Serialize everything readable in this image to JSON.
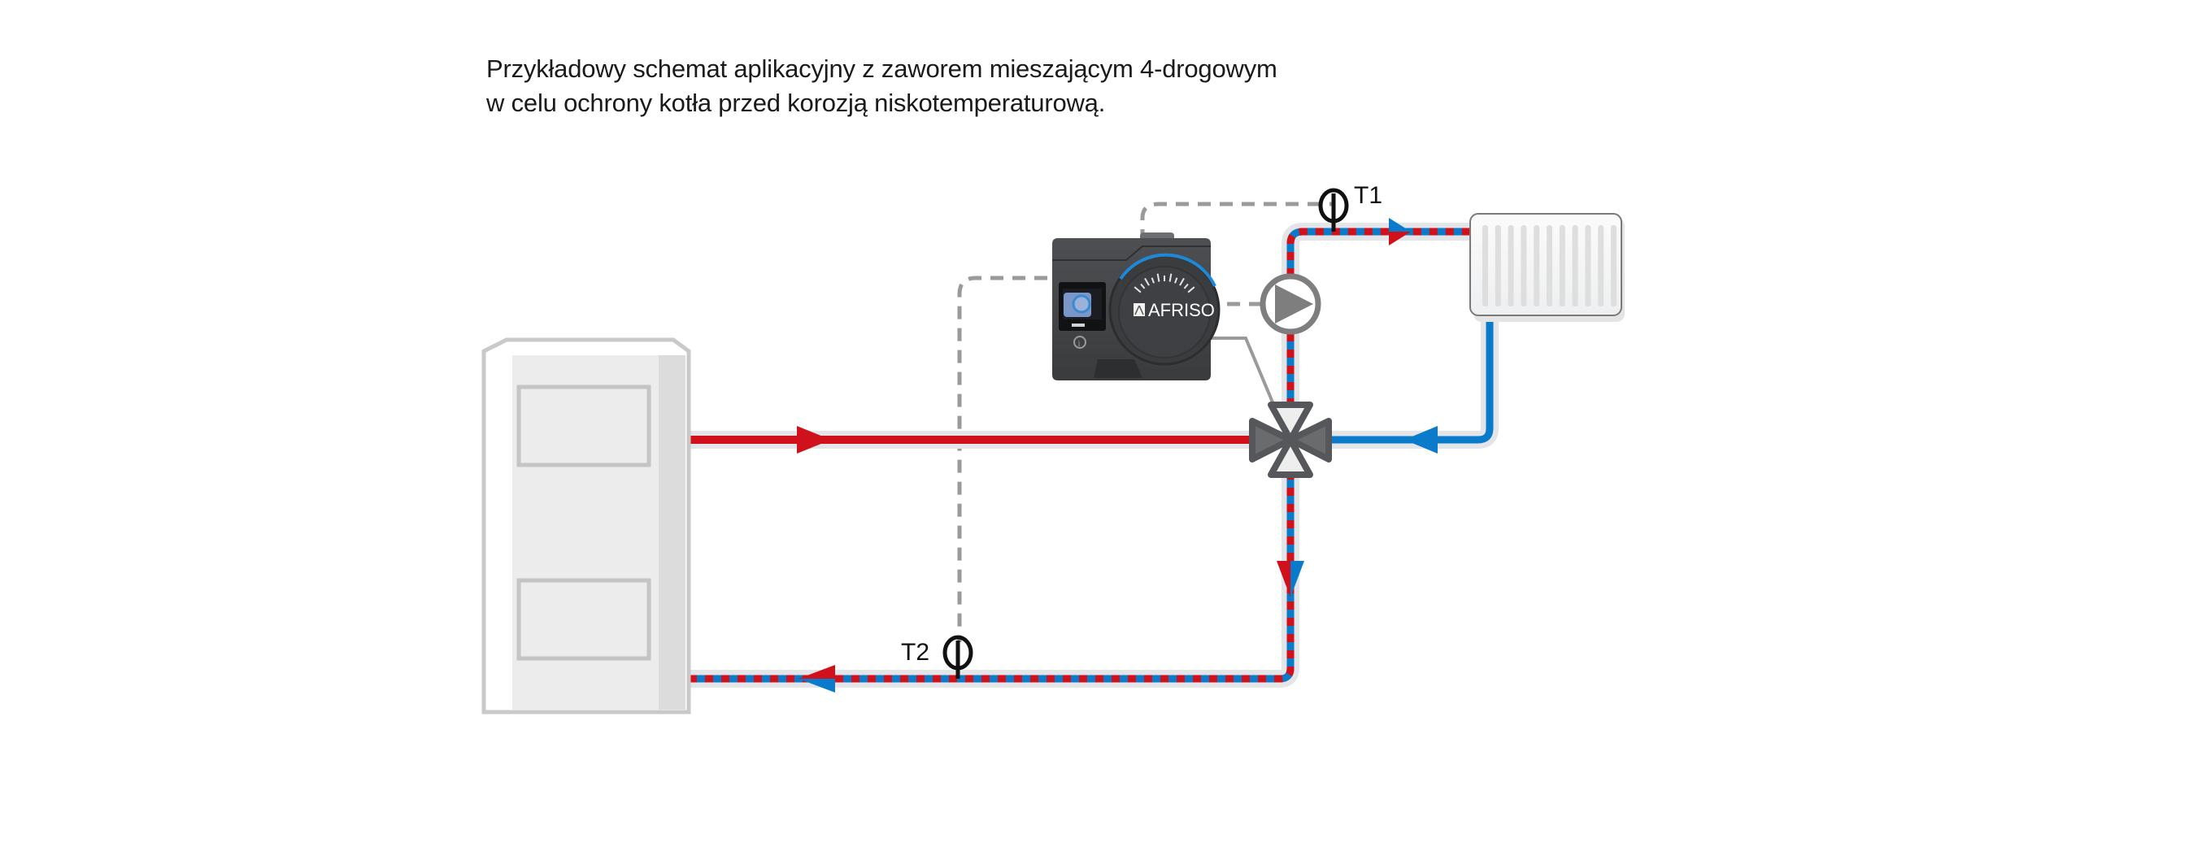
{
  "caption": {
    "line1": "Przykładowy schemat aplikacyjny z zaworem mieszającym 4-drogowym",
    "line2": "w celu ochrony kotła przed korozją niskotemperaturową."
  },
  "sensors": {
    "t1": {
      "label": "T1"
    },
    "t2": {
      "label": "T2"
    }
  },
  "controller": {
    "brand": "AFRISO",
    "dial_scale": [
      "0",
      "1",
      "2",
      "3",
      "4",
      "5",
      "6",
      "7",
      "8",
      "9",
      "10"
    ]
  },
  "components": {
    "boiler": "boiler",
    "radiator": "radiator",
    "pump": "circulation-pump",
    "valve": "4-way-mixing-valve",
    "controller": "valve-actuator-controller"
  },
  "colors": {
    "hot": "#d0111b",
    "cold": "#0a7acb",
    "signal": "#9a9a9a",
    "device": "#55575a",
    "pipe_sleeve": "#e3e5e8"
  }
}
